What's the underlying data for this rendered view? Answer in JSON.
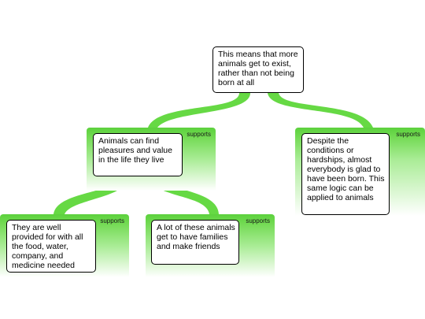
{
  "colors": {
    "branch": "#66d944",
    "panel_top": "#5cd13d",
    "node_border": "#000000"
  },
  "nodes": {
    "root": {
      "text": "This means that more animals get to exist, rather than not being born at all"
    },
    "left_premise": {
      "text": "Animals can find pleasures and value in the life they live",
      "tag": "supports"
    },
    "right_premise": {
      "text": "Despite the conditions or hardships, almost everybody is glad to have been born. This same logic can be applied to animals",
      "tag": "supports"
    },
    "sub_premise_1": {
      "text": "They are well provided for with all the food, water, company, and medicine needed",
      "tag": "supports"
    },
    "sub_premise_2": {
      "text": "A lot of these animals get to have families and make friends",
      "tag": "supports"
    }
  }
}
